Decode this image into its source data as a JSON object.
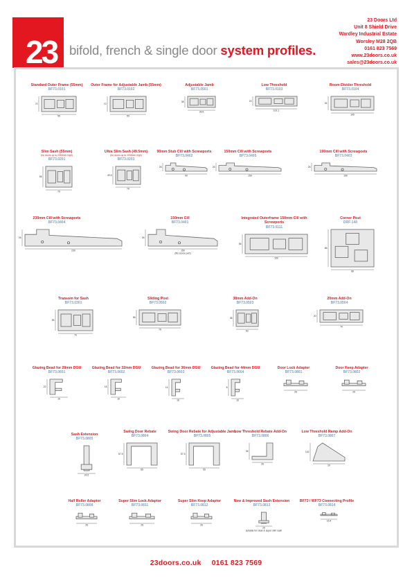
{
  "brand": {
    "logo_text": "23",
    "headline_plain": "bifold, french & single door",
    "headline_accent": "system profiles."
  },
  "contact": {
    "company": "23 Doors Ltd",
    "address1": "Unit 8 Shield Drive",
    "address2": "Wardley Industrial Estate",
    "address3": "Worsley M28 2QB",
    "phone": "0161 823 7569",
    "web": "www.23doors.co.uk",
    "email": "sales@23doors.co.uk"
  },
  "profiles": [
    {
      "title": "Standard Outer Frame (55mm)",
      "code": "BF73.0101",
      "dims": [
        "70",
        "55"
      ]
    },
    {
      "title": "Outer Frame for Adjustable Jamb (55mm)",
      "code": "BF73.0102",
      "dims": [
        "70",
        "55"
      ]
    },
    {
      "title": "Adjustable Jamb",
      "code": "BF73.0501",
      "dims": [
        "38",
        "26.5"
      ]
    },
    {
      "title": "Low Threshold",
      "code": "BF73.0103",
      "dims": [
        "20",
        "102.1"
      ]
    },
    {
      "title": "Room Divider Threshold",
      "code": "BF73.0104",
      "dims": [
        "34",
        "105"
      ]
    },
    {
      "title": "Slim Sash (55mm)",
      "sub": "(for doors up to 2350mm high)",
      "code": "BF73.0201",
      "dims": [
        "55",
        "70"
      ]
    },
    {
      "title": "Ultra Slim Sash (49.5mm)",
      "sub": "(for doors up to 2250mm high)",
      "code": "BF73.0203",
      "dims": [
        "49.5",
        "70"
      ]
    },
    {
      "title": "90mm Stub Cill with Screwports",
      "code": "BF73.0402",
      "dims": [
        "26",
        "90"
      ]
    },
    {
      "title": "150mm Cill with Screwports",
      "code": "BF73.0405",
      "dims": [
        "26",
        "150"
      ]
    },
    {
      "title": "190mm Cill with Screwports",
      "code": "BF73.0403",
      "dims": [
        "26",
        "190"
      ]
    },
    {
      "title": "230mm Cill with Screwports",
      "code": "BF73.0404",
      "dims": [
        "26",
        "230"
      ]
    },
    {
      "title": "150mm Cill",
      "code": "BF73.0401",
      "dims": [
        "26",
        "150"
      ],
      "note": "(fits screw port)"
    },
    {
      "title": "Integrated Outerframe 150mm Cill with Screwports",
      "code": "BF73.0111",
      "dims": [
        "55",
        "150"
      ]
    },
    {
      "title": "Corner Post",
      "code": "DRF-140",
      "dims": [
        "86",
        "86"
      ]
    },
    {
      "title": "Transom for Sash",
      "code": "BF73.0301",
      "dims": [
        "55",
        "70"
      ]
    },
    {
      "title": "Sliding Post",
      "code": "BF73.0502",
      "dims": [
        "55",
        "76"
      ]
    },
    {
      "title": "38mm Add-On",
      "code": "BF73.0503",
      "dims": [
        "38",
        "52"
      ]
    },
    {
      "title": "20mm Add-On",
      "code": "BF73.0504",
      "dims": [
        "20",
        "70"
      ]
    },
    {
      "title": "Glazing Bead for 28mm DGU",
      "code": "BF73.0601",
      "dims": [
        "22",
        "16"
      ]
    },
    {
      "title": "Glazing Bead for 32mm DGU",
      "code": "BF73.0602",
      "dims": [
        "18",
        "16"
      ]
    },
    {
      "title": "Glazing Bead for 36mm DGU",
      "code": "BF73.0603",
      "dims": [
        "14",
        "16"
      ]
    },
    {
      "title": "Glazing Bead for 44mm DGU",
      "code": "BF73.0604",
      "dims": [
        "8",
        "16"
      ]
    },
    {
      "title": "Door Lock Adapter",
      "code": "BF73.0801",
      "dims": [
        "26"
      ]
    },
    {
      "title": "Door Keep Adapter",
      "code": "BF73.0802",
      "dims": [
        "26"
      ]
    },
    {
      "title": "Sash Extension",
      "code": "BF73.0805",
      "dims": [
        "24.5"
      ]
    },
    {
      "title": "Swing Door Rebate",
      "code": "BF73.0804",
      "dims": [
        "57.5",
        "55"
      ]
    },
    {
      "title": "Swing Door Rebate for Adjustable Jamb",
      "code": "BF73.0805",
      "dims": [
        "57.5",
        "55"
      ]
    },
    {
      "title": "Low Threshold Rebate Add-On",
      "code": "BF73.0806",
      "dims": [
        "36",
        "26"
      ]
    },
    {
      "title": "Low Threshold Ramp Add-On",
      "code": "BF73.0807",
      "dims": [
        "102",
        "20"
      ]
    },
    {
      "title": "Half Roller Adaptor",
      "code": "BF73.0808",
      "dims": [
        "26"
      ]
    },
    {
      "title": "Super Slim Lock Adaptor",
      "code": "BF73.0811",
      "dims": [
        "26"
      ]
    },
    {
      "title": "Super Slim Keep Adaptor",
      "code": "BF73.0812",
      "dims": [
        "26"
      ]
    },
    {
      "title": "New & Improved Sash Extension",
      "code": "BF73.0813",
      "dims": [
        "26"
      ],
      "note": "suitable for clear & super slim sash"
    },
    {
      "title": "BF73 / WF73 Connecting Profile",
      "code": "BF73.0814",
      "dims": [
        "15.4"
      ]
    }
  ],
  "footer": {
    "web": "23doors.co.uk",
    "phone": "0161 823 7569"
  }
}
